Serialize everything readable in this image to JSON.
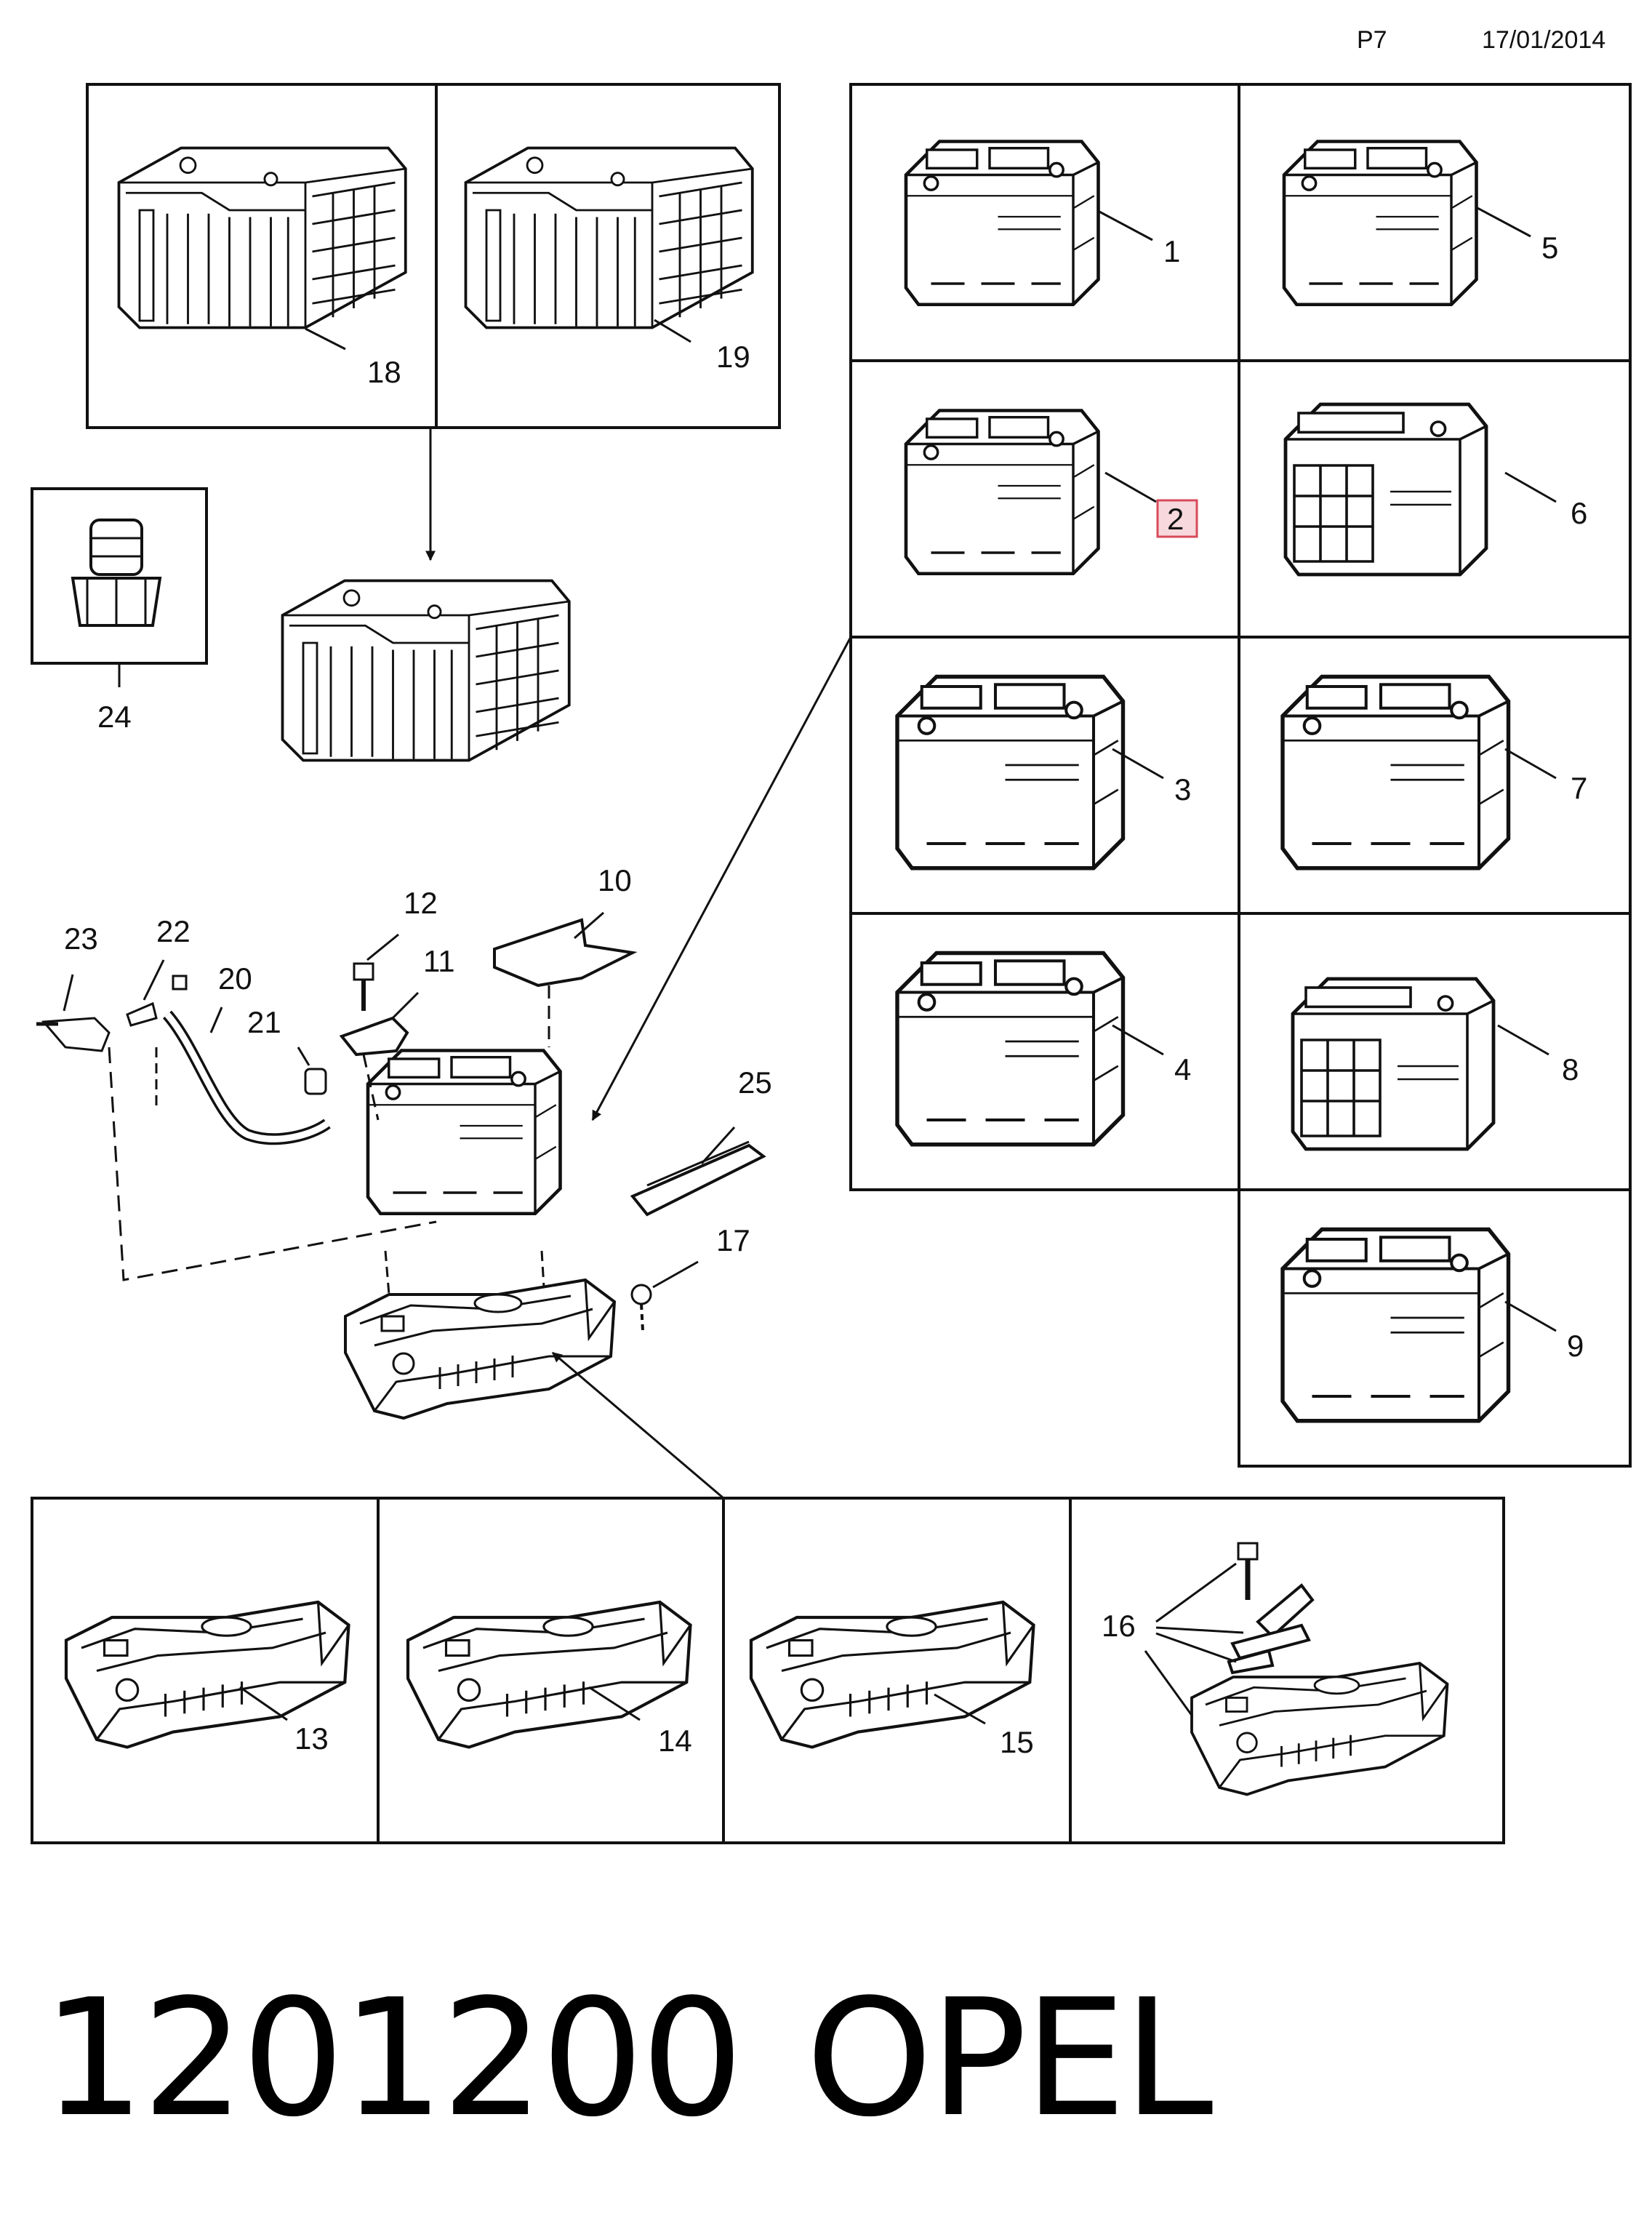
{
  "header": {
    "page": "P7",
    "date": "17/01/2014"
  },
  "footer": {
    "part_number": "1201200",
    "brand": "OPEL"
  },
  "colors": {
    "line": "#111111",
    "highlight_fill": "#f7d9dd",
    "highlight_stroke": "#d84a5a"
  },
  "callouts": {
    "c1": "1",
    "c2": "2",
    "c3": "3",
    "c4": "4",
    "c5": "5",
    "c6": "6",
    "c7": "7",
    "c8": "8",
    "c9": "9",
    "c10": "10",
    "c11": "11",
    "c12": "12",
    "c13": "13",
    "c14": "14",
    "c15": "15",
    "c16": "16",
    "c17": "17",
    "c18": "18",
    "c19": "19",
    "c20": "20",
    "c21": "21",
    "c22": "22",
    "c23": "23",
    "c24": "24",
    "c25": "25"
  },
  "highlighted_callout": "2"
}
